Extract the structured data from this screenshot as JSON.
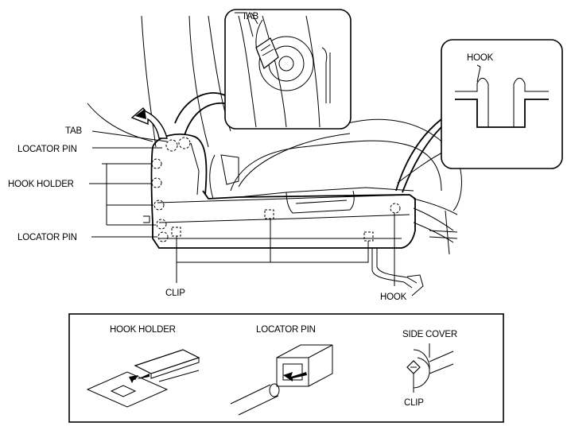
{
  "labels": {
    "tab_top": "TAB",
    "tab": "TAB",
    "locator_pin_1": "LOCATOR PIN",
    "hook_holder": "HOOK HOLDER",
    "locator_pin_2": "LOCATOR PIN",
    "clip": "CLIP",
    "hook_bottom": "HOOK",
    "hook_detail": "HOOK"
  },
  "inset": {
    "hook_holder": "HOOK HOLDER",
    "locator_pin": "LOCATOR PIN",
    "side_cover": "SIDE COVER",
    "clip": "CLIP"
  }
}
